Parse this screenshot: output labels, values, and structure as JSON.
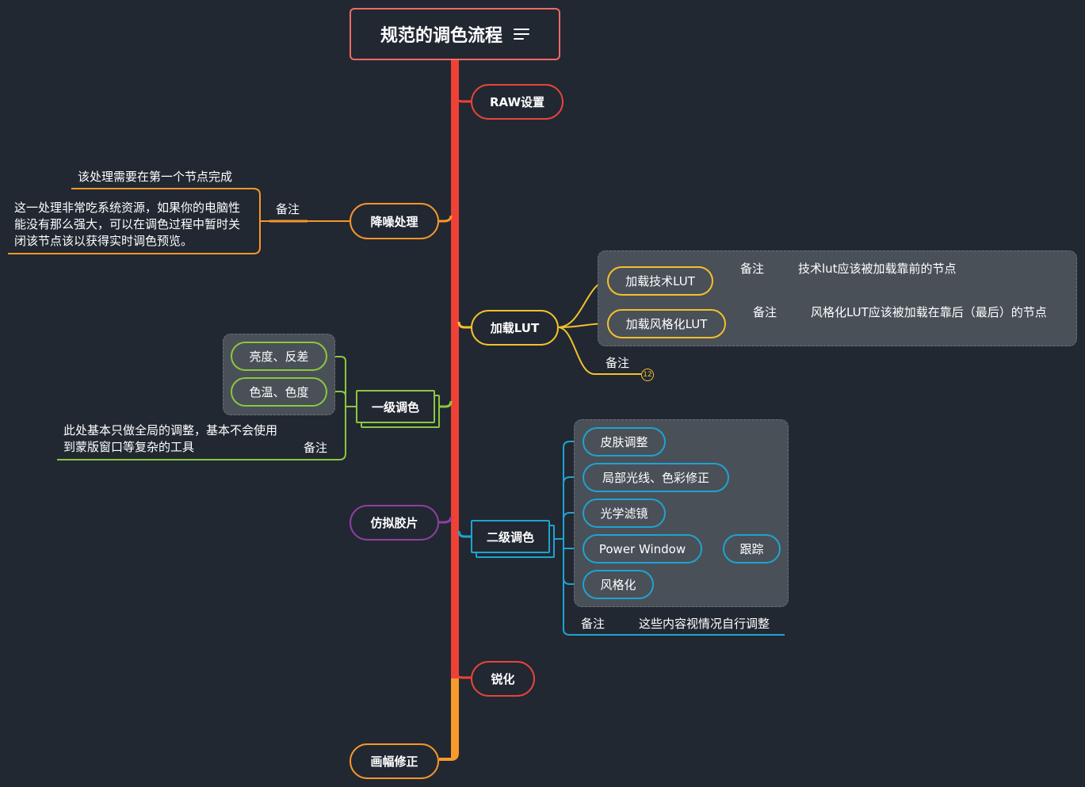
{
  "colors": {
    "background": "#212832",
    "trunk_red": "#ef4136",
    "trunk_orange": "#f79a2b",
    "raw": "#e8443a",
    "denoise": "#f7962a",
    "lut": "#f5c02d",
    "primary": "#8dc63f",
    "film": "#8e3fa0",
    "secondary": "#1fa3d0",
    "sharpen": "#e8443a",
    "reframe": "#f7962a",
    "group_bg": "#4a5058"
  },
  "root": {
    "title": "规范的调色流程",
    "icon": "menu-lines-icon"
  },
  "branches": {
    "raw": {
      "label": "RAW设置"
    },
    "denoise": {
      "label": "降噪处理",
      "note_label": "备注",
      "notes": [
        "该处理需要在第一个节点完成",
        "这一处理非常吃系统资源，如果你的电脑性能没有那么强大，可以在调色过程中暂时关闭该节点该以获得实时调色预览。"
      ]
    },
    "lut": {
      "label": "加载LUT",
      "children": [
        {
          "label": "加载技术LUT",
          "note_label": "备注",
          "note": "技术lut应该被加载靠前的节点"
        },
        {
          "label": "加载风格化LUT",
          "note_label": "备注",
          "note": "风格化LUT应该被加载在靠后（最后）的节点"
        }
      ],
      "note_label": "备注",
      "badge": "12"
    },
    "primary": {
      "label": "一级调色",
      "children": [
        {
          "label": "亮度、反差"
        },
        {
          "label": "色温、色度"
        }
      ],
      "note_label": "备注",
      "note": "此处基本只做全局的调整，基本不会使用到蒙版窗口等复杂的工具"
    },
    "film": {
      "label": "仿拟胶片"
    },
    "secondary": {
      "label": "二级调色",
      "children": [
        {
          "label": "皮肤调整"
        },
        {
          "label": "局部光线、色彩修正"
        },
        {
          "label": "光学滤镜"
        },
        {
          "label": "Power Window",
          "child": "跟踪"
        },
        {
          "label": "风格化"
        }
      ],
      "note_label": "备注",
      "note": "这些内容视情况自行调整"
    },
    "sharpen": {
      "label": "锐化"
    },
    "reframe": {
      "label": "画幅修正"
    }
  }
}
